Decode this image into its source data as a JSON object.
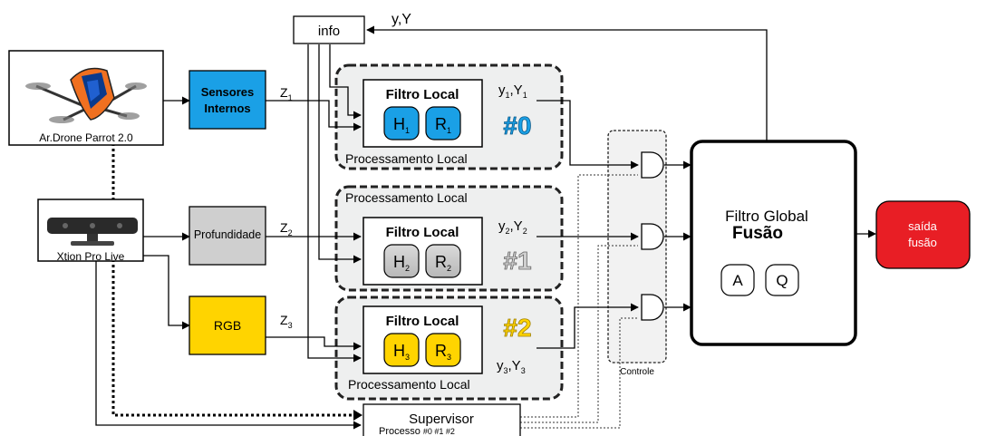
{
  "devices": {
    "drone_caption": "Ar.Drone Parrot 2.0",
    "xtion_caption": "Xtion Pro Live"
  },
  "sensors": {
    "internal_line1": "Sensores",
    "internal_line2": "Internos",
    "depth": "Profundidade",
    "rgb": "RGB"
  },
  "signals": {
    "z1": "Z",
    "z1_sub": "1",
    "z2": "Z",
    "z2_sub": "2",
    "z3": "Z",
    "z3_sub": "3",
    "y1": "y",
    "y1_sub": "1",
    "Y1": ",Y",
    "Y1_sub": "1",
    "y2": "y",
    "y2_sub": "2",
    "Y2": ",Y",
    "Y2_sub": "2",
    "y3": "y",
    "y3_sub": "3",
    "Y3": ",Y",
    "Y3_sub": "3",
    "global_feedback": "y,Y"
  },
  "info_label": "info",
  "local_processes": [
    {
      "id": "#0",
      "filter_title": "Filtro Local",
      "H": "H",
      "H_sub": "1",
      "R": "R",
      "R_sub": "1",
      "caption": "Processamento Local",
      "color": "#1aa0e6"
    },
    {
      "id": "#1",
      "filter_title": "Filtro Local",
      "H": "H",
      "H_sub": "2",
      "R": "R",
      "R_sub": "2",
      "caption": "Processamento Local",
      "color": "#cfcfcf"
    },
    {
      "id": "#2",
      "filter_title": "Filtro Local",
      "H": "H",
      "H_sub": "3",
      "R": "R",
      "R_sub": "3",
      "caption": "Processamento Local",
      "color": "#ffd400"
    }
  ],
  "controle_label": "Controle",
  "global_filter": {
    "title": "Filtro Global",
    "subtitle": "Fusão",
    "A": "A",
    "Q": "Q"
  },
  "output": {
    "line1": "saída",
    "line2": "fusão",
    "color": "#e81e25"
  },
  "supervisor": {
    "title": "Supervisor",
    "subtitle": "Processo",
    "process_ids": "#0 #1 #2"
  },
  "colors": {
    "sensor_internal": "#1aa0e6",
    "sensor_depth": "#cfcfcf",
    "sensor_rgb": "#ffd400",
    "local_bg": "#eeefef"
  }
}
